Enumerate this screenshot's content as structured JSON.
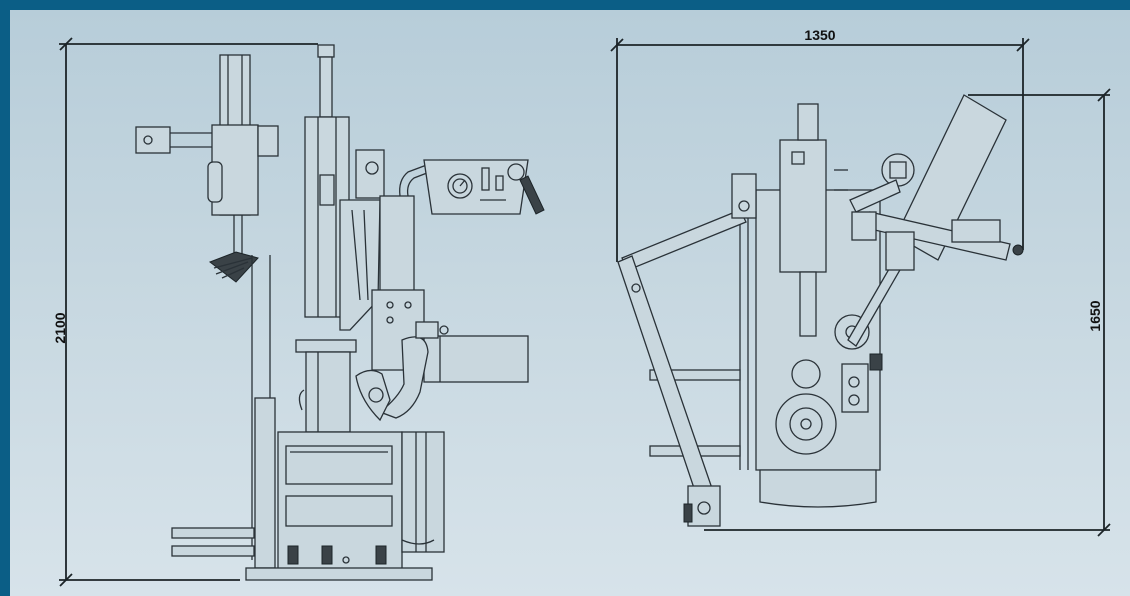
{
  "diagram": {
    "side_view": {
      "height_label": "2100"
    },
    "top_view": {
      "width_label": "1350",
      "depth_label": "1650"
    }
  },
  "colors": {
    "frame": "#0b5e86",
    "background": "#c6d7e0",
    "line": "#2a3238"
  }
}
